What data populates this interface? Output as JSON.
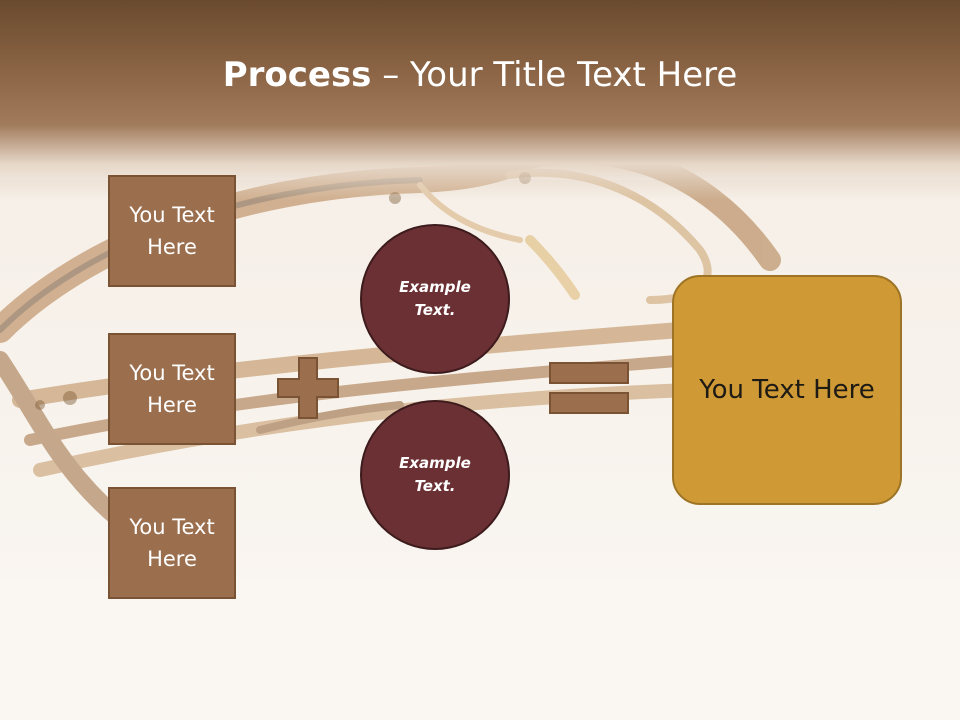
{
  "title": {
    "strong": "Process",
    "rest": " – Your Title Text Here"
  },
  "input_boxes": [
    {
      "label": "You Text Here"
    },
    {
      "label": "You Text Here"
    },
    {
      "label": "You Text Here"
    }
  ],
  "circles": [
    {
      "label": "Example Text."
    },
    {
      "label": "Example Text."
    }
  ],
  "result": {
    "label": "You Text Here"
  },
  "colors": {
    "header": "#8a6444",
    "box_fill": "#9b6f4e",
    "circle_fill": "#6a3033",
    "result_fill": "#cf9a35",
    "operator_fill": "#9b6f4e"
  }
}
